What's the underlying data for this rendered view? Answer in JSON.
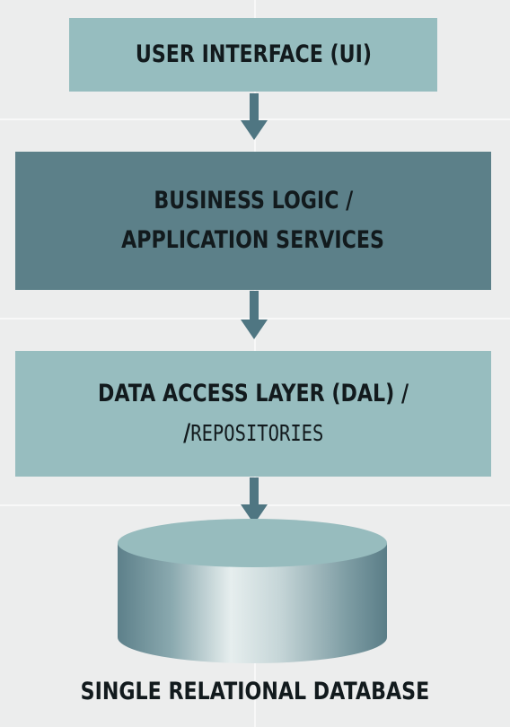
{
  "layers": {
    "ui": {
      "line1": "USER INTERFACE (UI)"
    },
    "business": {
      "line1": "BUSINESS LOGIC /",
      "line2": "APPLICATION SERVICES"
    },
    "dal": {
      "line1": "DATA ACCESS LAYER (DAL) /",
      "line2_prefix": "/",
      "line2_rest": "REPOSITORIES"
    }
  },
  "database": {
    "label": "SINGLE RELATIONAL DATABASE"
  },
  "colors": {
    "background": "#eceded",
    "light_layer": "#96bdbf",
    "dark_layer": "#5c8089",
    "arrow": "#4f7682",
    "text": "#121a1d"
  }
}
